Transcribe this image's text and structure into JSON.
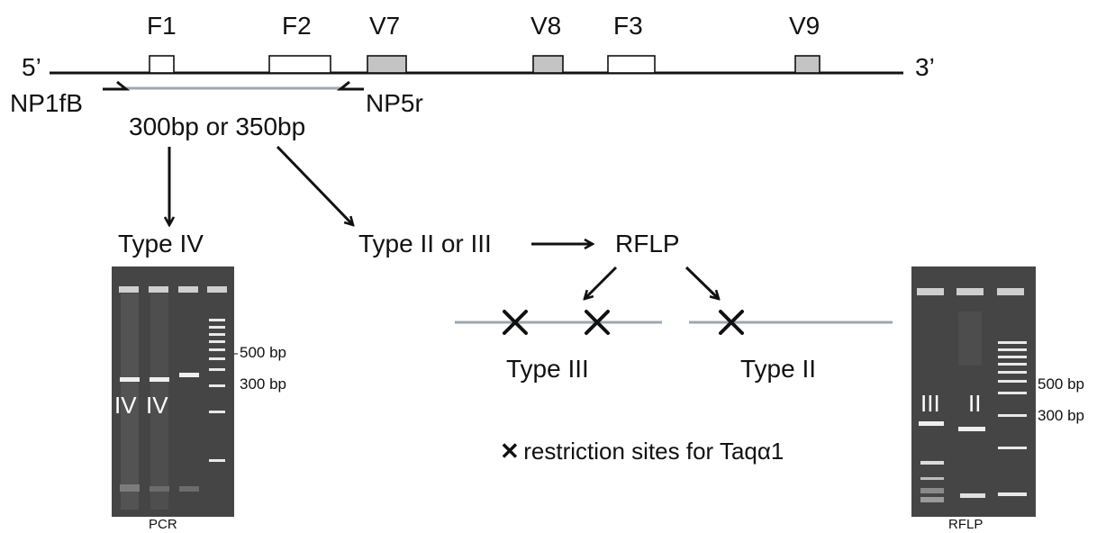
{
  "gene": {
    "five_prime": "5’",
    "three_prime": "3’",
    "exons": [
      {
        "label": "F1",
        "kind": "F"
      },
      {
        "label": "F2",
        "kind": "F"
      },
      {
        "label": "V7",
        "kind": "V"
      },
      {
        "label": "V8",
        "kind": "V"
      },
      {
        "label": "F3",
        "kind": "F"
      },
      {
        "label": "V9",
        "kind": "V"
      }
    ],
    "forward_primer": "NP1fB",
    "reverse_primer": "NP5r",
    "amplicon_label": "300bp or 350bp"
  },
  "flow": {
    "type_iv": "Type IV",
    "type_ii_or_iii": "Type II or III",
    "rflp": "RFLP",
    "type_iii": "Type III",
    "type_ii": "Type II",
    "legend_symbol": "✕",
    "legend_text": "restriction sites for Taqα1"
  },
  "pcr_gel": {
    "caption": "PCR",
    "lane_labels": [
      "IV",
      "IV"
    ],
    "marker_500": "500 bp",
    "marker_300": "300 bp"
  },
  "rflp_gel": {
    "caption": "RFLP",
    "lane_labels": [
      "III",
      "II"
    ],
    "marker_500": "500 bp",
    "marker_300": "300 bp"
  },
  "colors": {
    "line": "#111111",
    "amplicon": "#9ea7ad",
    "f_exon_fill": "#ffffff",
    "v_exon_fill": "#c4c4c4",
    "gel_bg": "#454545",
    "band": "#efefef"
  }
}
